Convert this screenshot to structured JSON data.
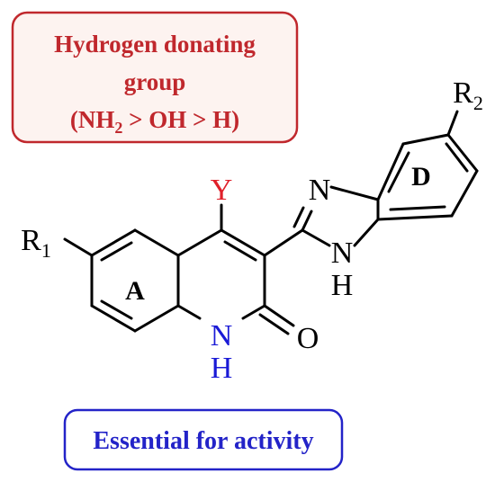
{
  "annotations": {
    "hydrogen_box": {
      "line1": "Hydrogen donating",
      "line2": "group",
      "line3_pre": "(NH",
      "line3_sub": "2",
      "line3_post": " > OH > H)",
      "color": "#c0282d",
      "fill": "#fdf3f0"
    },
    "essential_box": {
      "text": "Essential for activity",
      "color": "#2323c8"
    }
  },
  "molecule": {
    "substituents": {
      "r1": "R",
      "r1_sub": "1",
      "r2": "R",
      "r2_sub": "2",
      "y": "Y",
      "y_color": "#e0202a"
    },
    "atoms": {
      "lactam_n": "N",
      "lactam_h": "H",
      "lactam_color": "#1a1ad6",
      "carbonyl_o": "O",
      "imidazole_n": "N",
      "imidazole_nh_n": "N",
      "imidazole_nh_h": "H"
    },
    "ring_labels": {
      "a": "A",
      "d": "D"
    }
  }
}
